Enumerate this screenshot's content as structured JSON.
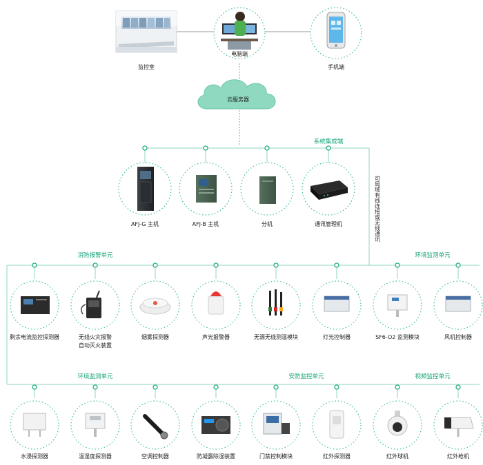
{
  "top": {
    "monitor_room": "监控室",
    "pc_client": "电脑端",
    "mobile_client": "手机端",
    "cloud": "云服务器"
  },
  "system": {
    "title": "系统集成端",
    "devices": [
      "AFJ-G 主机",
      "AFJ-B 主机",
      "分机",
      "通讯管理机"
    ],
    "link_note": [
      "可",
      "局",
      "域",
      "有",
      "线",
      "连",
      "接",
      "或",
      "无",
      "线",
      "通",
      "讯"
    ]
  },
  "row1": {
    "sections": {
      "fire": "消防报警单元",
      "env": "环境监测单元"
    },
    "devices": [
      [
        "剩余电流监控探测器"
      ],
      [
        "无线火灾报警",
        "自动灭火装置"
      ],
      [
        "烟雾探测器"
      ],
      [
        "声光报警器"
      ],
      [
        "无源无线测温模块"
      ],
      [
        "灯光控制器"
      ],
      [
        "SF6-O2 监测模块"
      ],
      [
        "风机控制器"
      ]
    ]
  },
  "row2": {
    "sections": {
      "env": "环境监测单元",
      "security": "安防监控单元",
      "video": "视频监控单元"
    },
    "devices": [
      [
        "水浸探测器"
      ],
      [
        "温湿度探测器"
      ],
      [
        "空调控制器"
      ],
      [
        "防凝露除湿装置"
      ],
      [
        "门禁控制模块"
      ],
      [
        "红外探测器"
      ],
      [
        "红外球机"
      ],
      [
        "红外枪机"
      ]
    ]
  },
  "colors": {
    "accent": "#19a37a",
    "line": "#8fd6bd",
    "cloud": "#8ed9c0",
    "dot_border": "#1fae83"
  },
  "icons": {
    "monitor_room": "control-room-photo",
    "pc": "operator-at-computer",
    "mobile": "smartphone",
    "cloud": "cloud-icon"
  }
}
